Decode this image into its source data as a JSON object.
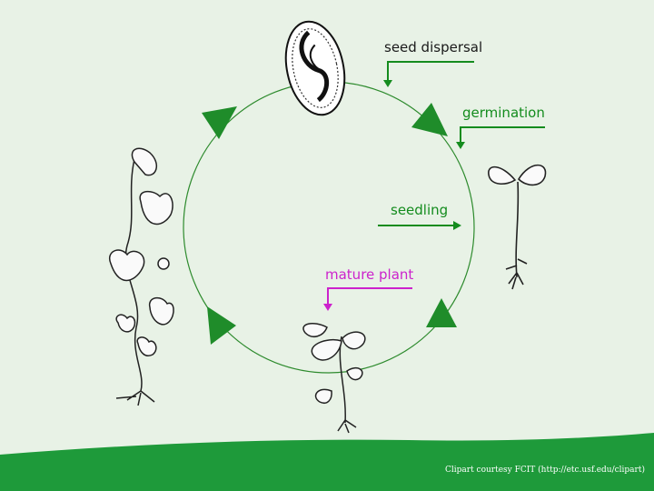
{
  "labels": {
    "seed_dispersal": "seed dispersal",
    "germination": "germination",
    "seedling": "seedling",
    "mature_plant": "mature plant"
  },
  "credit": "Clipart courtesy FCIT (http://etc.usf.edu/clipart)",
  "colors": {
    "background": "#e8f2e6",
    "cycle": "#2e8b2e",
    "arrowhead": "#1f8c2a",
    "callout_green": "#148c1e",
    "callout_magenta": "#cc22cc",
    "footer": "#1e9a3a"
  },
  "icons": [
    "seed-icon",
    "sprout-icon",
    "young-plant-icon",
    "mature-vine-icon"
  ]
}
